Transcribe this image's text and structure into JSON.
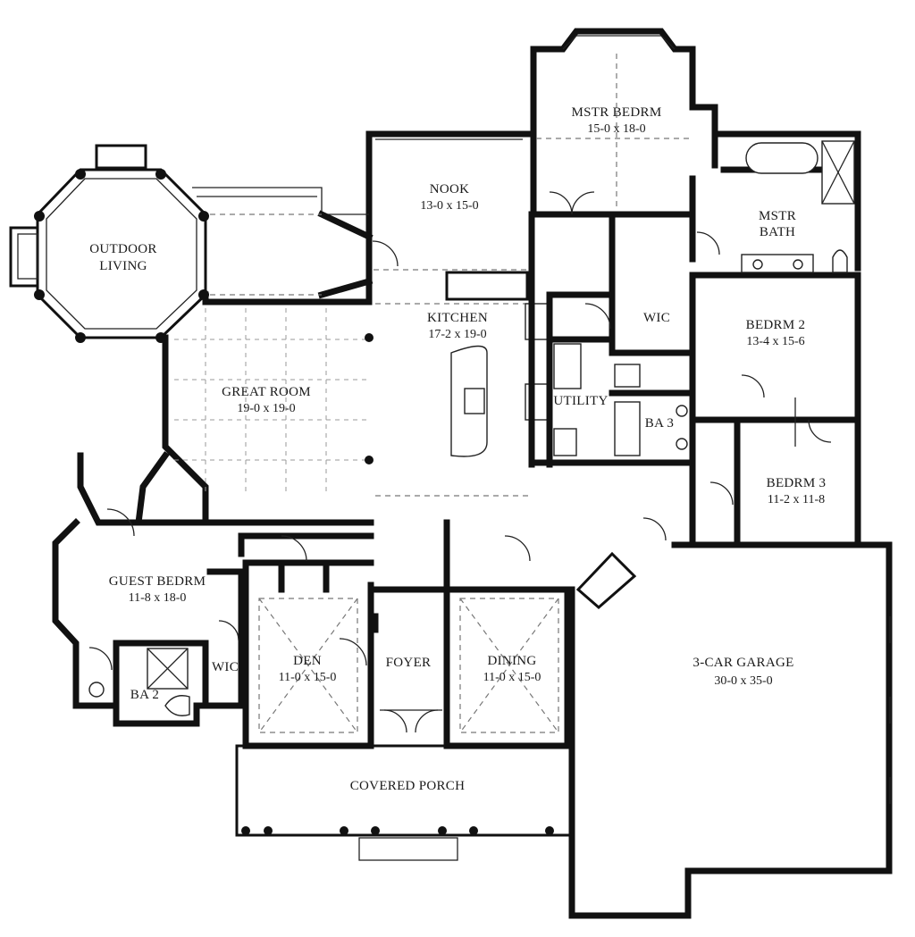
{
  "rooms": {
    "mstr_bedrm": {
      "name": "MSTR BEDRM",
      "dims": "15-0 x 18-0"
    },
    "mstr_bath": {
      "name_line1": "MSTR",
      "name_line2": "BATH"
    },
    "nook": {
      "name": "NOOK",
      "dims": "13-0 x 15-0"
    },
    "outdoor_living": {
      "name_line1": "OUTDOOR",
      "name_line2": "LIVING"
    },
    "kitchen": {
      "name": "KITCHEN",
      "dims": "17-2 x 19-0"
    },
    "wic_master": {
      "name": "WIC"
    },
    "bedrm_2": {
      "name": "BEDRM 2",
      "dims": "13-4 x 15-6"
    },
    "great_room": {
      "name": "GREAT ROOM",
      "dims": "19-0 x 19-0"
    },
    "utility": {
      "name": "UTILITY"
    },
    "ba_3": {
      "name": "BA 3"
    },
    "bedrm_3": {
      "name": "BEDRM 3",
      "dims": "11-2 x 11-8"
    },
    "guest_bedrm": {
      "name": "GUEST BEDRM",
      "dims": "11-8 x 18-0"
    },
    "wic_guest": {
      "name": "WIC"
    },
    "ba_2": {
      "name": "BA 2"
    },
    "den": {
      "name": "DEN",
      "dims": "11-0 x 15-0"
    },
    "foyer": {
      "name": "FOYER"
    },
    "dining": {
      "name": "DINING",
      "dims": "11-0 x 15-0"
    },
    "garage": {
      "name": "3-CAR GARAGE",
      "dims": "30-0 x 35-0"
    },
    "covered_porch": {
      "name": "COVERED PORCH"
    }
  },
  "colors": {
    "wall": "#111111",
    "background": "#ffffff",
    "dashed_lines": "#777777"
  }
}
